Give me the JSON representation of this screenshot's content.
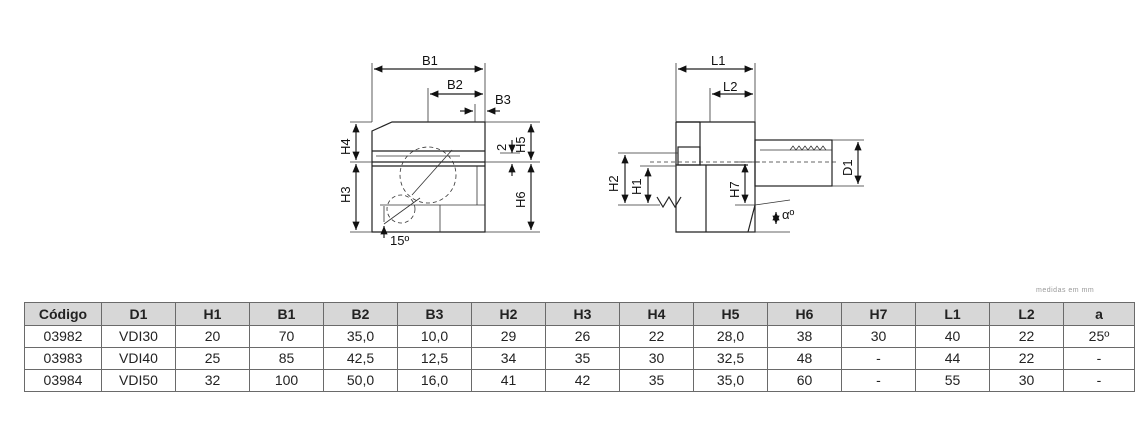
{
  "drawing": {
    "labels": {
      "b1": "B1",
      "b2": "B2",
      "b3": "B3",
      "h4": "H4",
      "h3": "H3",
      "h5": "H5",
      "h6": "H6",
      "two": "2",
      "angle15": "15º",
      "l1": "L1",
      "l2": "L2",
      "h2": "H2",
      "h1": "H1",
      "h7": "H7",
      "d1": "D1",
      "alpha": "αº"
    }
  },
  "note": "medidas em mm",
  "table": {
    "headers": [
      "Código",
      "D1",
      "H1",
      "B1",
      "B2",
      "B3",
      "H2",
      "H3",
      "H4",
      "H5",
      "H6",
      "H7",
      "L1",
      "L2",
      "a"
    ],
    "rows": [
      [
        "03982",
        "VDI30",
        "20",
        "70",
        "35,0",
        "10,0",
        "29",
        "26",
        "22",
        "28,0",
        "38",
        "30",
        "40",
        "22",
        "25º"
      ],
      [
        "03983",
        "VDI40",
        "25",
        "85",
        "42,5",
        "12,5",
        "34",
        "35",
        "30",
        "32,5",
        "48",
        "-",
        "44",
        "22",
        "-"
      ],
      [
        "03984",
        "VDI50",
        "32",
        "100",
        "50,0",
        "16,0",
        "41",
        "42",
        "35",
        "35,0",
        "60",
        "-",
        "55",
        "30",
        "-"
      ]
    ]
  }
}
